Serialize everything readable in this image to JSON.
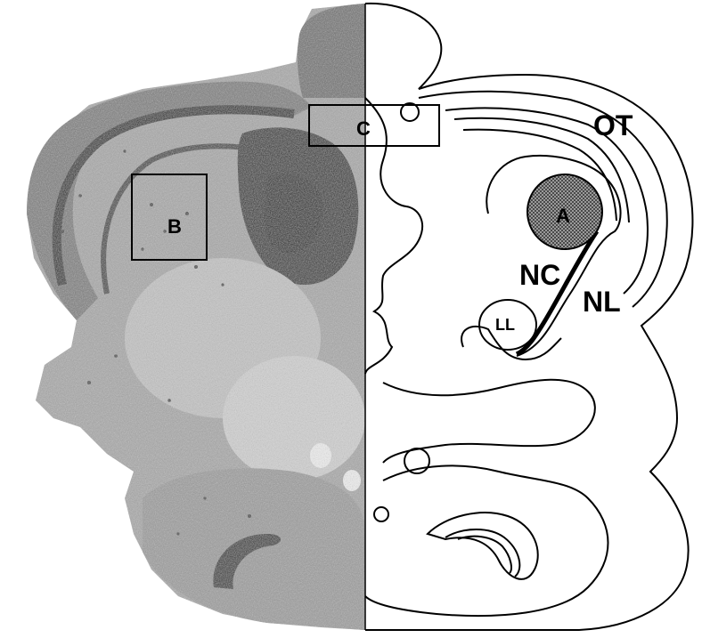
{
  "labels": {
    "ot": "OT",
    "nc": "NC",
    "nl": "NL",
    "ll": "LL",
    "a": "A",
    "b": "B",
    "c": "C"
  }
}
